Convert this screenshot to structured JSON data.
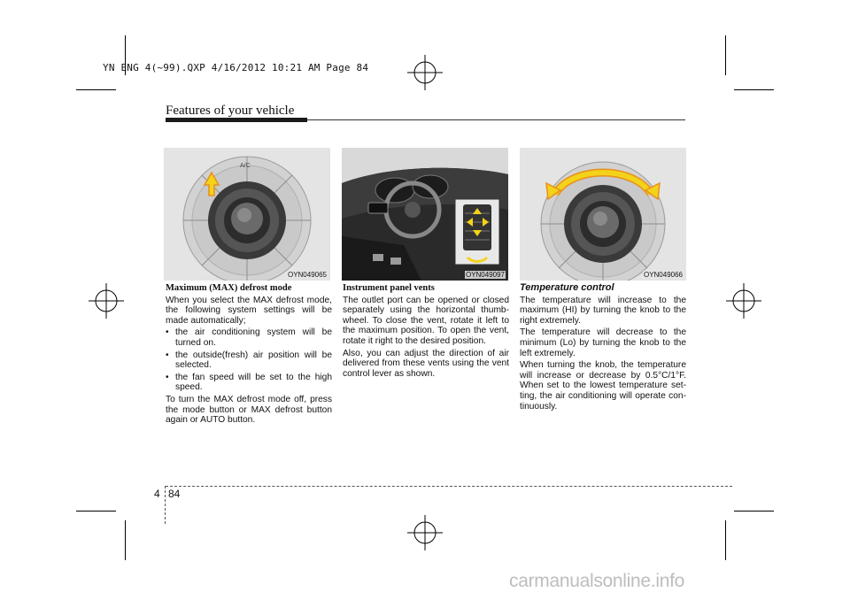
{
  "slug_line": "YN ENG 4(~99).QXP  4/16/2012  10:21 AM  Page 84",
  "header": {
    "section_title": "Features of your vehicle"
  },
  "figures": [
    {
      "code": "OYN049065",
      "ac_label": "A/C"
    },
    {
      "code": "OYN049097"
    },
    {
      "code": "OYN049066"
    }
  ],
  "left_column": {
    "heading": "Maximum (MAX) defrost mode",
    "intro": "When you select the MAX defrost mode, the following system settings will be made automatically;",
    "bullets": [
      "the air conditioning system will be turned on.",
      "the outside(fresh) air position will be selected.",
      "the fan speed will be set to the high speed."
    ],
    "outro": "To turn the MAX defrost mode off, press the mode button or MAX defrost button again or AUTO button."
  },
  "middle_column": {
    "heading": "Instrument panel vents",
    "p1": "The outlet port can be opened or closed separately using the horizontal thumb-wheel. To close the vent, rotate it left to the maximum position. To open the vent, rotate it right to the desired position.",
    "p2": "Also, you can adjust the direction of air delivered from these vents using the vent control lever as shown."
  },
  "right_column": {
    "heading": "Temperature control",
    "p1": "The temperature will increase to the maximum (HI) by turning the knob to the right extremely.",
    "p2": "The temperature will decrease to the minimum (Lo) by turning the knob to the left extremely.",
    "p3": "When turning the knob, the temperature will increase or decrease by 0.5°C/1°F. When set to the lowest temperature set-ting, the air conditioning will operate con-tinuously."
  },
  "footer": {
    "chapter": "4",
    "page": "84"
  },
  "watermark": "carmanualsonline.info",
  "colors": {
    "arrow_yellow": "#f3d21a",
    "arrow_orange": "#e8901c",
    "rule": "#1a1a1a"
  }
}
